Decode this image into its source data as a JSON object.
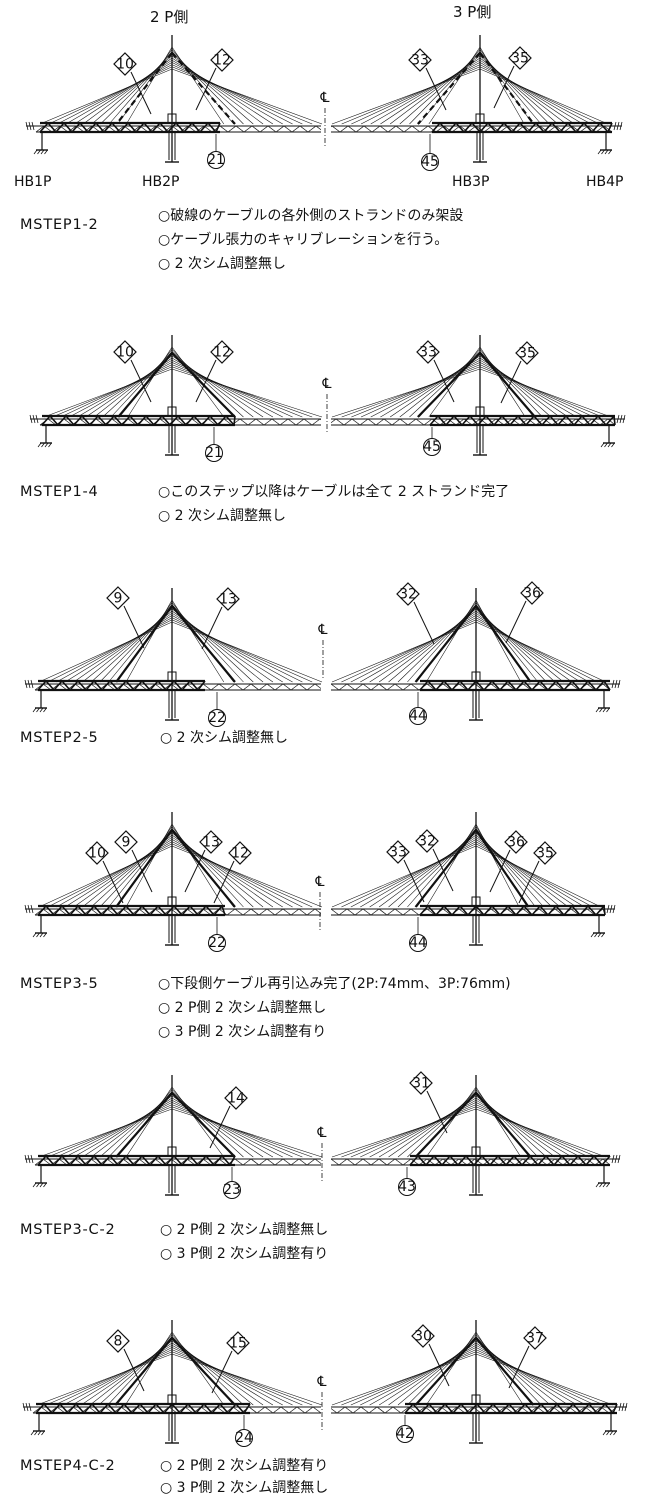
{
  "header": {
    "left_side": "2 P側",
    "right_side": "3 P側"
  },
  "piers": {
    "p1": "HB1P",
    "p2": "HB2P",
    "p3": "HB3P",
    "p4": "HB4P"
  },
  "centerline_symbol": "℄",
  "stages": [
    {
      "step": "MSTEP1-2",
      "diamonds": [
        "10",
        "12",
        "33",
        "35"
      ],
      "circles": [
        "21",
        "45"
      ],
      "dashed_cables": true,
      "notes": [
        "○破線のケーブルの各外側のストランドのみ架設",
        "○ケーブル張力のキャリブレーションを行う。",
        "○ 2 次シム調整無し"
      ]
    },
    {
      "step": "MSTEP1-4",
      "diamonds": [
        "10",
        "12",
        "33",
        "35"
      ],
      "circles": [
        "21",
        "45"
      ],
      "dashed_cables": false,
      "notes": [
        "○このステップ以降はケーブルは全て 2 ストランド完了",
        "○ 2 次シム調整無し"
      ]
    },
    {
      "step": "MSTEP2-5",
      "diamonds": [
        "9",
        "13",
        "32",
        "36"
      ],
      "circles": [
        "22",
        "44"
      ],
      "dashed_cables": false,
      "notes": [
        "○ 2 次シム調整無し"
      ]
    },
    {
      "step": "MSTEP3-5",
      "diamonds": [
        "10",
        "9",
        "13",
        "12",
        "33",
        "32",
        "36",
        "35"
      ],
      "circles": [
        "22",
        "44"
      ],
      "dashed_cables": false,
      "notes": [
        "○下段側ケーブル再引込み完了(2P:74mm、3P:76mm)",
        "○ 2 P側 2 次シム調整無し",
        "○ 3 P側 2 次シム調整有り"
      ]
    },
    {
      "step": "MSTEP3-C-2",
      "diamonds": [
        "14",
        "31"
      ],
      "circles": [
        "23",
        "43"
      ],
      "dashed_cables": false,
      "notes": [
        "○ 2 P側 2 次シム調整無し",
        "○ 3 P側 2 次シム調整有り"
      ]
    },
    {
      "step": "MSTEP4-C-2",
      "diamonds": [
        "8",
        "15",
        "30",
        "37"
      ],
      "circles": [
        "24",
        "42"
      ],
      "dashed_cables": false,
      "notes": [
        "○ 2 P側 2 次シム調整有り",
        "○ 3 P側 2 次シム調整無し"
      ]
    }
  ]
}
